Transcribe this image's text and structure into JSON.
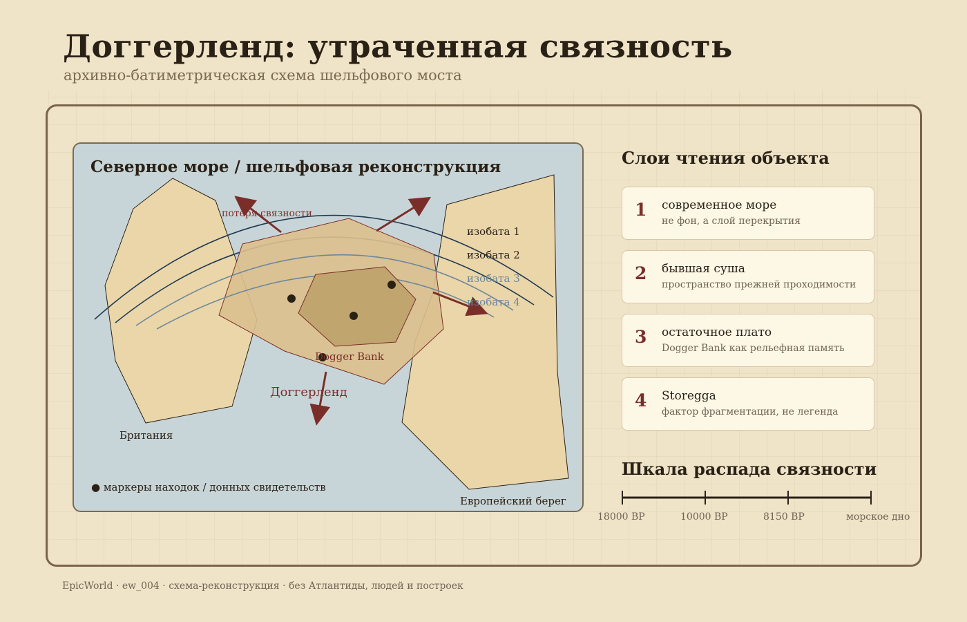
{
  "header": {
    "title": "Доггерленд: утраченная связность",
    "subtitle": "архивно-батиметрическая схема шельфового моста"
  },
  "map": {
    "title": "Северное море / шельфовая реконструкция",
    "labels": {
      "loss": "потеря связности",
      "isobath_1": "изобата 1",
      "isobath_2": "изобата 2",
      "isobath_3": "изобата 3",
      "isobath_4": "изобата 4",
      "dogger_bank": "Dogger Bank",
      "doggerland": "Доггерленд",
      "britain": "Британия",
      "europe": "Европейский берег"
    },
    "legend_text": "● маркеры находок / донных свидетельств",
    "colors": {
      "sea": "#c8d5d8",
      "land": "#ead6a9",
      "doggerland": "#dbc08e",
      "plateau": "#c0a56e",
      "arrow": "#7a2e2a",
      "isobath_dark": "#1f3a52",
      "isobath_light": "#6d879b"
    }
  },
  "layers": {
    "heading": "Слои чтения объекта",
    "items": [
      {
        "num": "1",
        "title": "современное море",
        "sub": "не фон, а слой перекрытия"
      },
      {
        "num": "2",
        "title": "бывшая суша",
        "sub": "пространство прежней проходимости"
      },
      {
        "num": "3",
        "title": "остаточное плато",
        "sub": "Dogger Bank как рельефная память"
      },
      {
        "num": "4",
        "title": "Storegga",
        "sub": "фактор фрагментации, не легенда"
      }
    ]
  },
  "scale": {
    "heading": "Шкала распада связности",
    "ticks": [
      "18000 BP",
      "10000 BP",
      "8150 BP",
      "морское дно"
    ]
  },
  "footer": "EpicWorld · ew_004 · схема-реконструкция · без Атлантиды, людей и построек"
}
